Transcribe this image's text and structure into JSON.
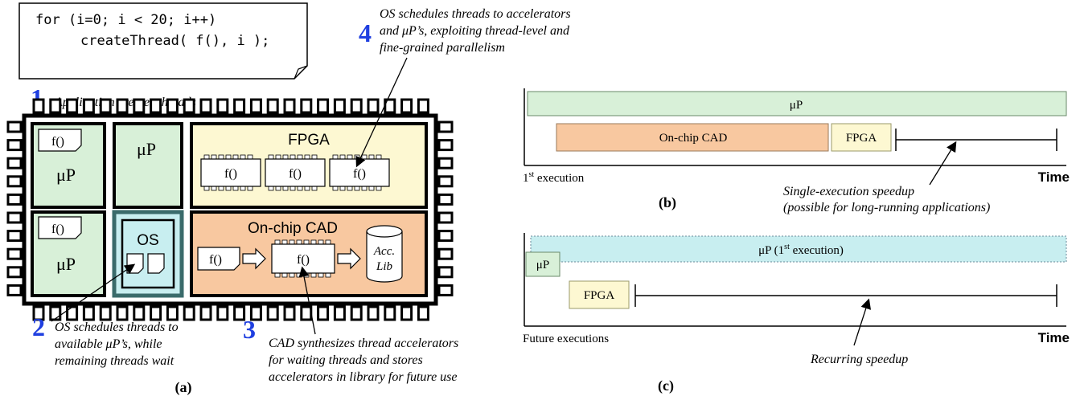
{
  "code": {
    "line1": "for (i=0; i < 20; i++)",
    "line2": "createThread( f(), i );"
  },
  "steps": [
    {
      "number": "1",
      "lines": [
        "Application creates threads"
      ]
    },
    {
      "number": "2",
      "lines": [
        "OS schedules threads to",
        "available μP’s, while",
        "remaining threads wait"
      ]
    },
    {
      "number": "3",
      "lines": [
        "CAD synthesizes thread accelerators",
        "for waiting threads and stores",
        "accelerators in library for future use"
      ]
    },
    {
      "number": "4",
      "lines": [
        "OS schedules threads to accelerators",
        "and μP’s, exploiting thread-level and",
        "fine-grained parallelism"
      ]
    }
  ],
  "chip": {
    "up_label": "μP",
    "f_label": "f()",
    "os_label": "OS",
    "fpga_label": "FPGA",
    "cad_label": "On-chip CAD",
    "lib_line1": "Acc.",
    "lib_line2": "Lib",
    "caption": "(a)"
  },
  "panel_b": {
    "up_bar": "μP",
    "cad_bar": "On-chip CAD",
    "fpga_bar": "FPGA",
    "axis_left": "1",
    "axis_left_sup": "st",
    "axis_left_rest": " execution",
    "time_label": "Time",
    "annotation_line1": "Single-execution speedup",
    "annotation_line2": "(possible for long-running applications)",
    "caption": "(b)"
  },
  "panel_c": {
    "up_bar_pre": "μP (1",
    "up_bar_sup": "st",
    "up_bar_post": " execution)",
    "up_small": "μP",
    "fpga_bar": "FPGA",
    "axis_left": "Future executions",
    "time_label": "Time",
    "annotation": "Recurring speedup",
    "caption": "(c)"
  },
  "colors": {
    "green": "#d8f0d8",
    "yellow": "#fdf8d2",
    "orange": "#f8c8a0",
    "cyan": "#c8eef0",
    "teal_border": "#3a6b6b",
    "step_blue": "#1f3fe0"
  }
}
